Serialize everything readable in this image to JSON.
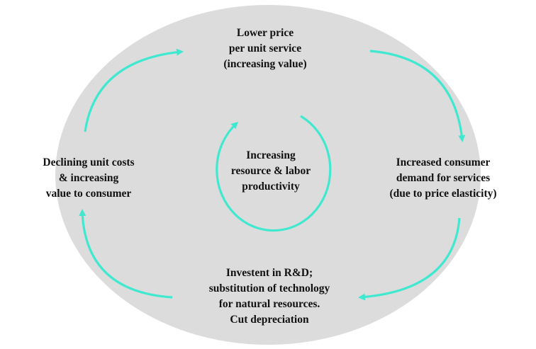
{
  "colors": {
    "background_ellipse": "#dcdcdc",
    "arrow": "#40e8d0",
    "text": "#111111"
  },
  "diagram": {
    "nodes": {
      "top": {
        "lines": [
          "Lower price",
          "per unit service",
          "(increasing value)"
        ]
      },
      "right": {
        "lines": [
          "Increased consumer",
          "demand for services",
          "(due to price elasticity)"
        ]
      },
      "bottom": {
        "lines": [
          "Investent in R&D;",
          "substitution of technology",
          "for natural resources.",
          "Cut depreciation"
        ]
      },
      "left": {
        "lines": [
          "Declining unit costs",
          "& increasing",
          "value to consumer"
        ]
      },
      "center": {
        "lines": [
          "Increasing",
          "resource & labor",
          "productivity"
        ]
      }
    },
    "edges": [
      {
        "from": "left",
        "to": "top"
      },
      {
        "from": "top",
        "to": "right"
      },
      {
        "from": "right",
        "to": "bottom"
      },
      {
        "from": "bottom",
        "to": "left"
      },
      {
        "from": "center",
        "to": "center"
      }
    ]
  }
}
